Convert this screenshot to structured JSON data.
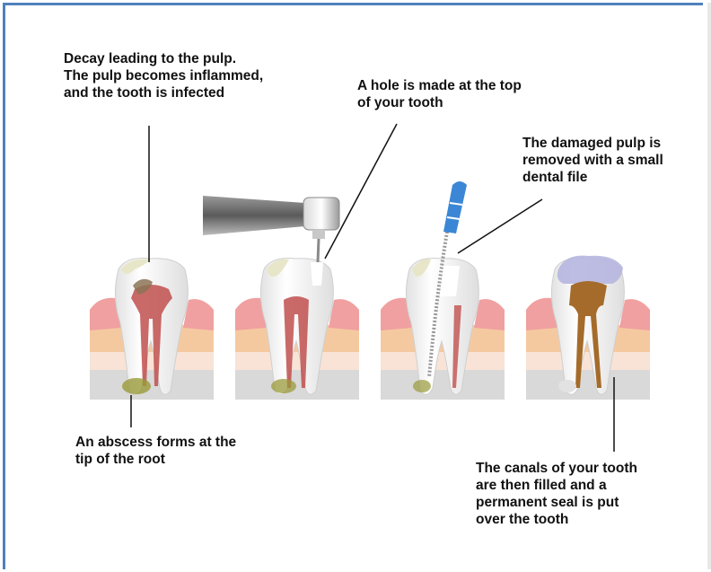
{
  "labels": {
    "decay": "Decay leading to the pulp.\nThe pulp becomes inflammed,\nand the tooth is infected",
    "hole": "A hole is made at the top\nof your tooth",
    "pulp_removed": "The damaged pulp is\nremoved with a small\ndental file",
    "abscess": "An abscess forms at the\ntip of the root",
    "filled": "The canals of your tooth\nare then filled and a\npermanent seal is put\nover the tooth"
  },
  "colors": {
    "frame": "#4f81bd",
    "gum": "#f0a0a0",
    "bone": "#f5c9a0",
    "tissue": "#f8e3d6",
    "base": "#d9d9d9",
    "pulp": "#c0504d",
    "decay": "#8b7355",
    "abscess": "#9a9a3a",
    "file_handle": "#3b87d6",
    "filling": "#a56b2a",
    "crown": "#b6b6e0"
  }
}
